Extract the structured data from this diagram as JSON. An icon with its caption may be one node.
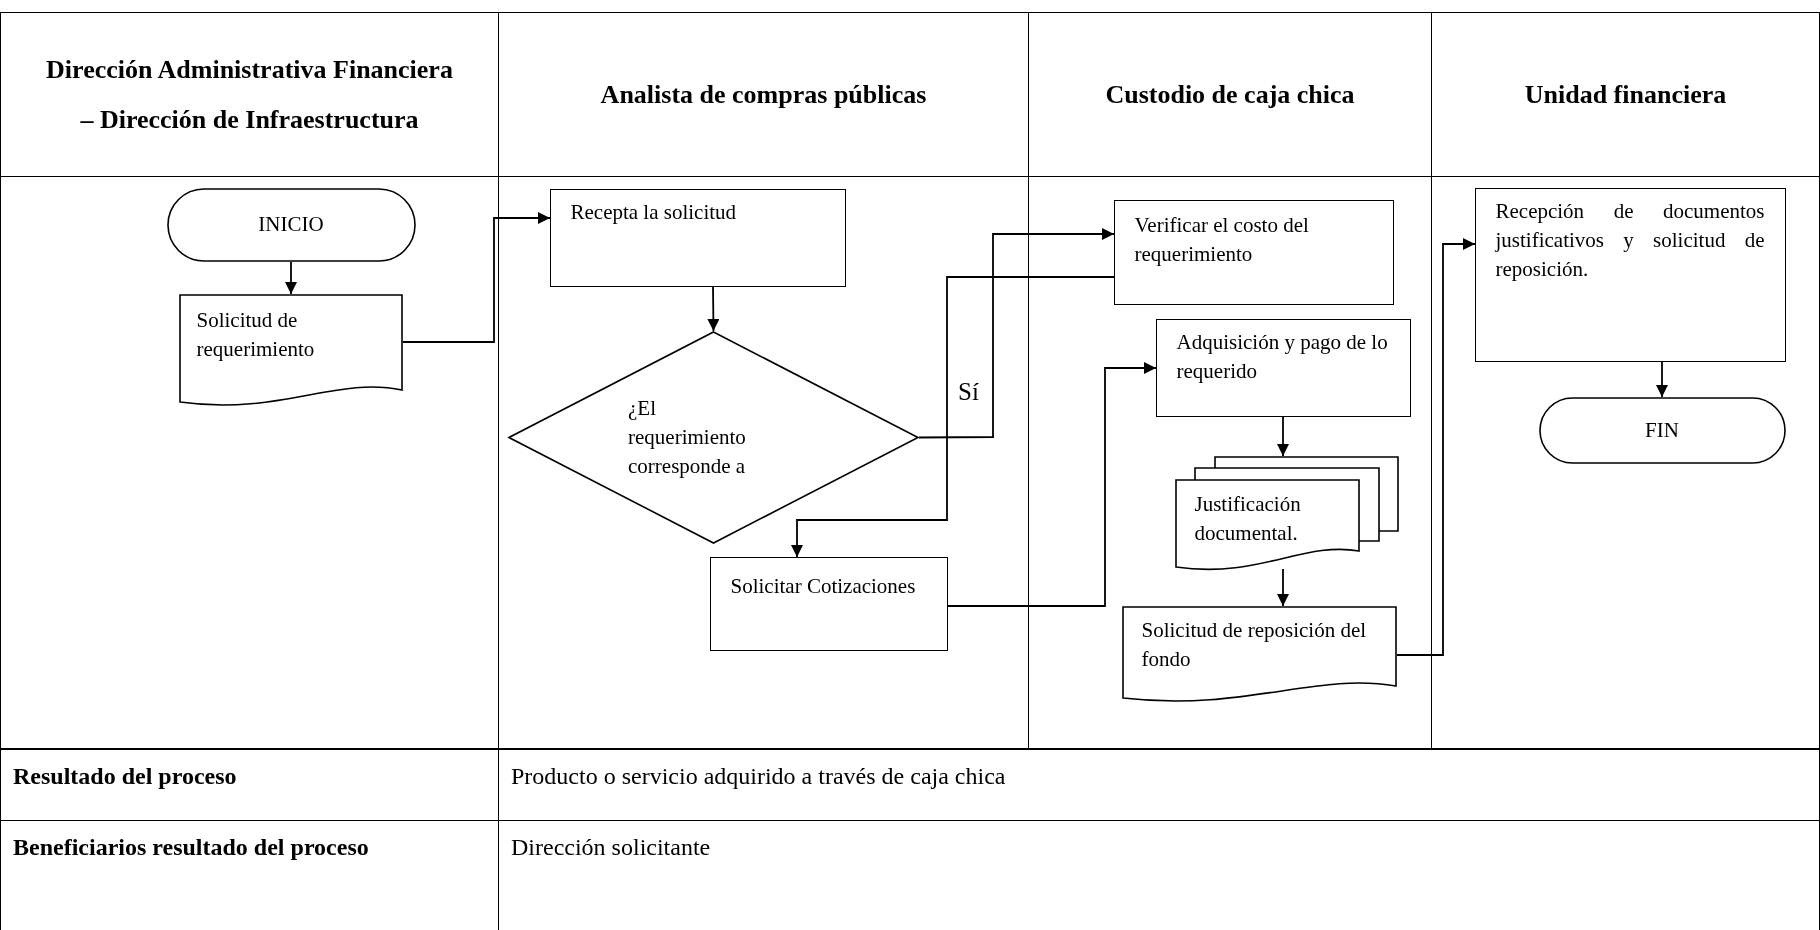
{
  "diagram": {
    "nodes": [
      {
        "text": [
          "Dirección Administrativa Financiera – Dirección de Infraestructura"
        ]
      },
      {
        "text": [
          "INICIO"
        ],
        "in": 0
      },
      {
        "text": [
          "Solicitud de requerimiento"
        ],
        "in": 0
      },
      {
        "text": [
          "Analista de compras públicas"
        ]
      },
      {
        "text": [
          "Recepta la solicitud"
        ],
        "in": 3
      },
      {
        "text": [
          "¿El requerimiento corresponde a"
        ],
        "in": 3
      },
      {
        "text": [
          "Solicitar Cotizaciones"
        ],
        "in": 3
      },
      {
        "text": [
          "Custodio de caja chica"
        ]
      },
      {
        "text": [
          "Verificar el costo del requerimiento"
        ],
        "in": 7
      },
      {
        "text": [
          "Adquisición y pago de lo requerido"
        ],
        "in": 7
      },
      {
        "text": [
          "Justificación documental."
        ],
        "in": 7
      },
      {
        "text": [
          "Solicitud de reposición del fondo"
        ],
        "in": 7
      },
      {
        "text": [
          "Unidad financiera"
        ]
      },
      {
        "text": [
          "Recepción de documentos justificativos y solicitud de reposición."
        ],
        "in": 12
      },
      {
        "text": [
          "FIN"
        ],
        "in": 12
      }
    ],
    "edges": [
      {
        "from": 1,
        "to": 2,
        "arrow": "to"
      },
      {
        "from": 2,
        "to": 4,
        "arrow": "to"
      },
      {
        "from": 4,
        "to": 5,
        "arrow": "to"
      },
      {
        "from": 5,
        "to": 8,
        "arrow": "to",
        "label": "Sí"
      },
      {
        "from": 8,
        "to": 6,
        "arrow": "to"
      },
      {
        "from": 6,
        "to": 9,
        "arrow": "to"
      },
      {
        "from": 9,
        "to": 10,
        "arrow": "to"
      },
      {
        "from": 10,
        "to": 11,
        "arrow": "to"
      },
      {
        "from": 11,
        "to": 13,
        "arrow": "to"
      },
      {
        "from": 13,
        "to": 14,
        "arrow": "to"
      }
    ],
    "labels": [
      "Resultado del proceso",
      "Producto o servicio adquirido a través de caja chica",
      "Beneficiarios resultado del proceso",
      "Dirección solicitante"
    ]
  }
}
